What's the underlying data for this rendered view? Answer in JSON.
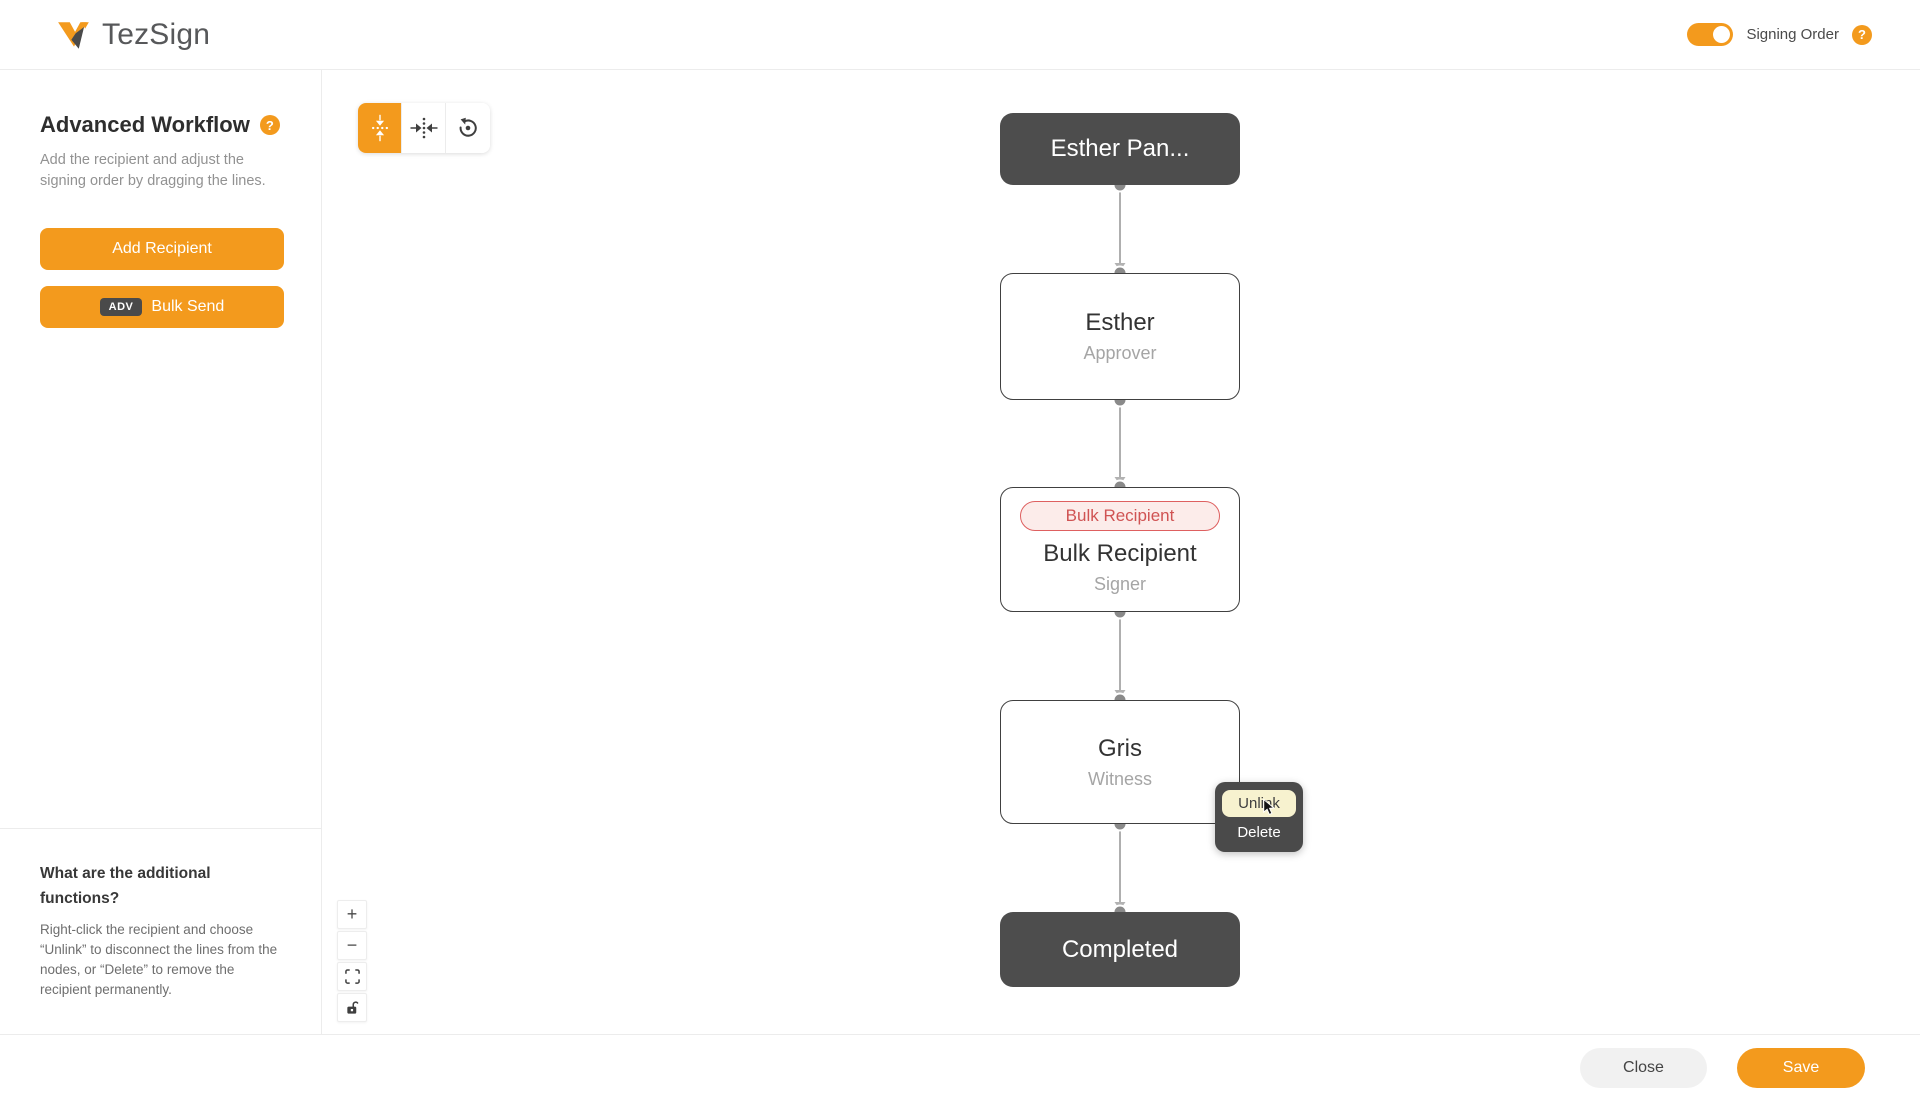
{
  "header": {
    "brand": "TezSign",
    "signing_order_label": "Signing Order",
    "help_symbol": "?"
  },
  "sidebar": {
    "title": "Advanced Workflow",
    "help_symbol": "?",
    "subtitle": "Add the recipient and adjust the signing order by dragging the lines.",
    "add_recipient_label": "Add Recipient",
    "bulk_send_badge": "ADV",
    "bulk_send_label": "Bulk Send",
    "footer_heading": "What are the additional functions?",
    "footer_body": "Right-click the recipient and choose “Unlink” to disconnect the lines from the nodes, or “Delete” to remove the recipient permanently."
  },
  "canvas": {
    "toolbar_icons": [
      "vertical-align-center-icon",
      "horizontal-align-center-icon",
      "reset-view-icon"
    ],
    "zoom_in_symbol": "+",
    "zoom_out_symbol": "−",
    "nodes": {
      "start": {
        "label": "Esther Pan..."
      },
      "approver": {
        "name": "Esther",
        "role": "Approver"
      },
      "bulk": {
        "badge": "Bulk Recipient",
        "name": "Bulk Recipient",
        "role": "Signer"
      },
      "witness": {
        "name": "Gris",
        "role": "Witness"
      },
      "end": {
        "label": "Completed"
      }
    },
    "context_menu": {
      "unlink_label": "Unlink",
      "delete_label": "Delete"
    }
  },
  "footer": {
    "close_label": "Close",
    "save_label": "Save"
  },
  "colors": {
    "accent": "#F39A1D",
    "node_dark": "#4D4D4D",
    "menu_dark": "#4A4A4A",
    "menu_highlight": "#F7F2CF",
    "badge_red_text": "#D05353",
    "badge_red_bg": "#FCECEA",
    "badge_red_border": "#DE6060"
  }
}
